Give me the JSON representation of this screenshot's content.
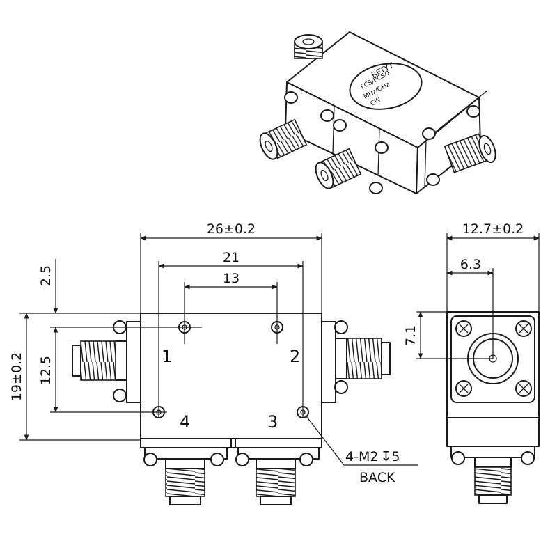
{
  "front_view": {
    "dims": {
      "width": "26±0.2",
      "hole_span_outer": "21",
      "hole_span_inner": "13",
      "top_offset": "2.5",
      "hole_span_vertical": "12.5",
      "height": "19±0.2"
    },
    "ports": [
      "1",
      "2",
      "3",
      "4"
    ],
    "callout": {
      "thread": "4-M2",
      "depth_symbol": "↧",
      "depth": "5",
      "note": "BACK"
    }
  },
  "side_view": {
    "dims": {
      "width": "12.7±0.2",
      "center_horizontal": "6.3",
      "center_vertical": "7.1"
    }
  },
  "iso_view": {
    "label_lines": [
      "RFTYT",
      "FCS/BCS/1",
      "MHz/GHz",
      "CW"
    ]
  }
}
